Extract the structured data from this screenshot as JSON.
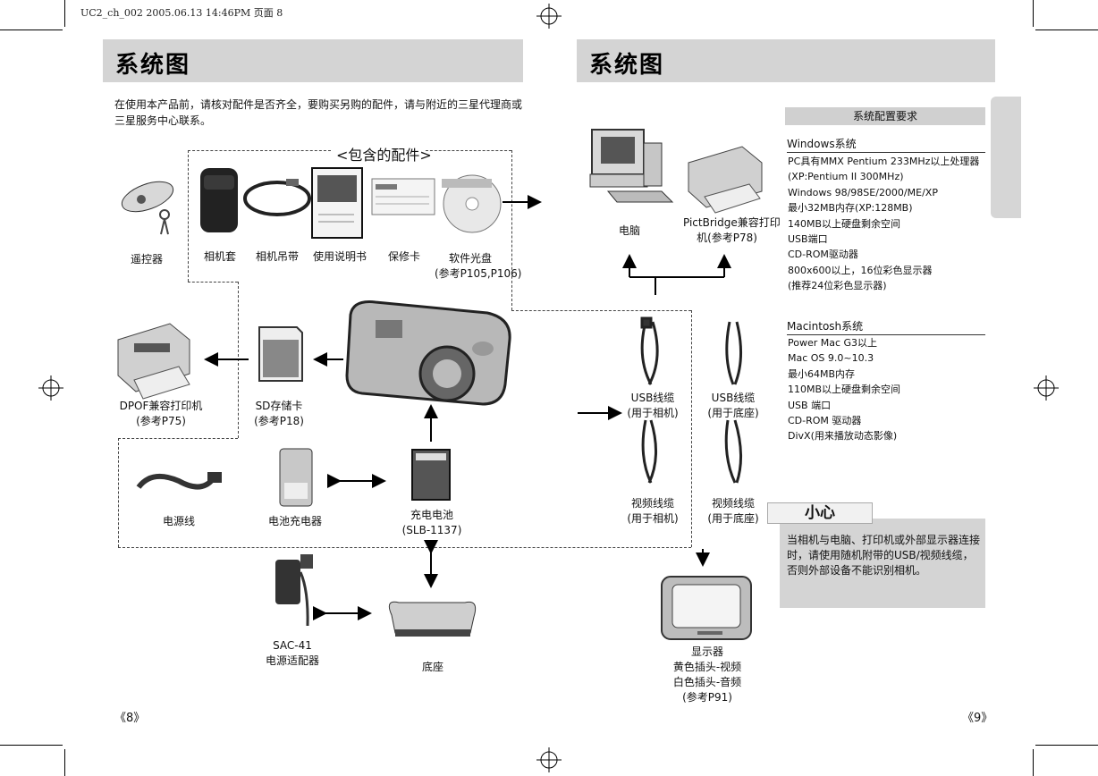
{
  "print_header": "UC2_ch_002  2005.06.13  14:46PM  页面 8",
  "left_page": {
    "title": "系统图",
    "intro_lines": [
      "在使用本产品前，请核对配件是否齐全，要购买另购的配件，请与附近的三星代理商或",
      "三星服务中心联系。"
    ],
    "included_label": "<包含的配件>",
    "items": {
      "remote": "遥控器",
      "case": "相机套",
      "strap": "相机吊带",
      "manual": "使用说明书",
      "warranty": "保修卡",
      "software_cd": "软件光盘",
      "software_cd_ref": "(参考P105,P106)",
      "dpof_printer": "DPOF兼容打印机",
      "dpof_printer_ref": "(参考P75)",
      "sd_card": "SD存储卡",
      "sd_card_ref": "(参考P18)",
      "power_cord": "电源线",
      "battery_charger": "电池充电器",
      "rechargeable_battery": "充电电池",
      "battery_model": "(SLB-1137)",
      "adapter_model": "SAC-41",
      "adapter": "电源适配器",
      "cradle": "底座"
    },
    "page_number": "《8》"
  },
  "right_page": {
    "title": "系统图",
    "items": {
      "pc": "电脑",
      "pictbridge_printer": "PictBridge兼容打印",
      "pictbridge_printer_2": "机(参考P78)",
      "usb_cable_camera": "USB线缆",
      "usb_cable_camera_sub": "(用于相机)",
      "usb_cable_cradle": "USB线缆",
      "usb_cable_cradle_sub": "(用于底座)",
      "video_cable_camera": "视频线缆",
      "video_cable_camera_sub": "(用于相机)",
      "video_cable_cradle": "视频线缆",
      "video_cable_cradle_sub": "(用于底座)",
      "monitor": "显示器",
      "monitor_line2": "黄色插头-视频",
      "monitor_line3": "白色插头-音频",
      "monitor_ref": "(参考P91)"
    },
    "requirements": {
      "heading": "系统配置要求",
      "windows_title": "Windows系统",
      "windows_lines": [
        "PC具有MMX Pentium 233MHz以上处理器",
        "(XP:Pentium II 300MHz)",
        "Windows 98/98SE/2000/ME/XP",
        "最小32MB内存(XP:128MB)",
        "140MB以上硬盘剩余空间",
        "USB端口",
        "CD-ROM驱动器",
        "800x600以上，16位彩色显示器",
        "(推荐24位彩色显示器)"
      ],
      "mac_title": "Macintosh系统",
      "mac_lines": [
        "Power Mac G3以上",
        "Mac OS 9.0~10.3",
        "最小64MB内存",
        "110MB以上硬盘剩余空间",
        "USB 端口",
        "CD-ROM 驱动器",
        "DivX(用来播放动态影像)"
      ]
    },
    "caution": {
      "tag": "小心",
      "lines": [
        "当相机与电脑、打印机或外部显示器连接",
        "时，请使用随机附带的USB/视频线缆，",
        "否则外部设备不能识别相机。"
      ]
    },
    "page_number": "《9》"
  },
  "colors": {
    "title_bar": "#d4d4d4",
    "panel": "#d0d0d0",
    "caution_box": "#d4d4d4"
  }
}
